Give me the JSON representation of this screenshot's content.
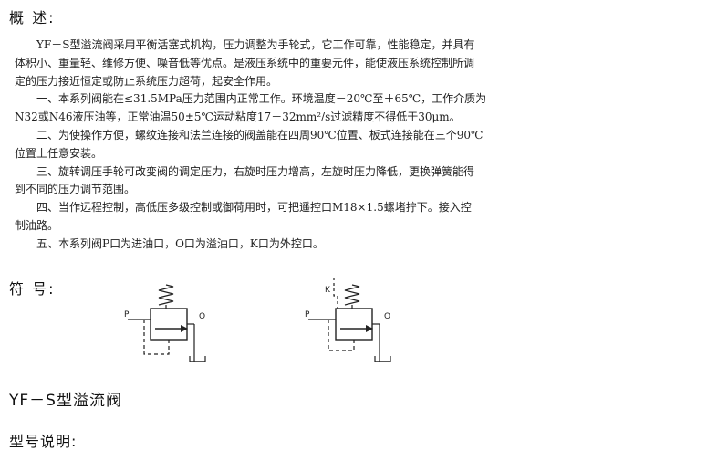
{
  "overview": {
    "heading": "概 述:",
    "lines": [
      "YF－S型溢流阀采用平衡活塞式机构，压力调整为手轮式，它工作可靠，性能稳定，并具有",
      "体积小、重量轻、维修方便、噪音低等优点。是液压系统中的重要元件，能使液压系统控制所调",
      "定的压力接近恒定或防止系统压力超荷，起安全作用。",
      "一、本系列阀能在≤31.5MPa压力范围内正常工作。环境温度－20℃至＋65℃，工作介质为",
      "N32或N46液压油等，正常油温50±5℃运动粘度17－32mm²/s过滤精度不得低于30μm。",
      "二、为使操作方便，螺纹连接和法兰连接的阀盖能在四周90℃位置、板式连接能在三个90℃",
      "位置上任意安装。",
      "三、旋转调压手轮可改变阀的调定压力，右旋时压力增高，左旋时压力降低，更换弹簧能得",
      "到不同的压力调节范围。",
      "四、当作远程控制，高低压多级控制或御荷用时，可把遥控口M18×1.5螺堵拧下。接入控",
      "制油路。",
      "五、本系列阀P口为进油口，O口为溢油口，K口为外控口。"
    ]
  },
  "symbol": {
    "heading": "符 号:",
    "left": {
      "p_label": "P",
      "o_label": "O"
    },
    "right": {
      "p_label": "P",
      "o_label": "O",
      "k_label": "K"
    }
  },
  "product_title": "YF－S型溢流阀",
  "model_heading": "型号说明:"
}
